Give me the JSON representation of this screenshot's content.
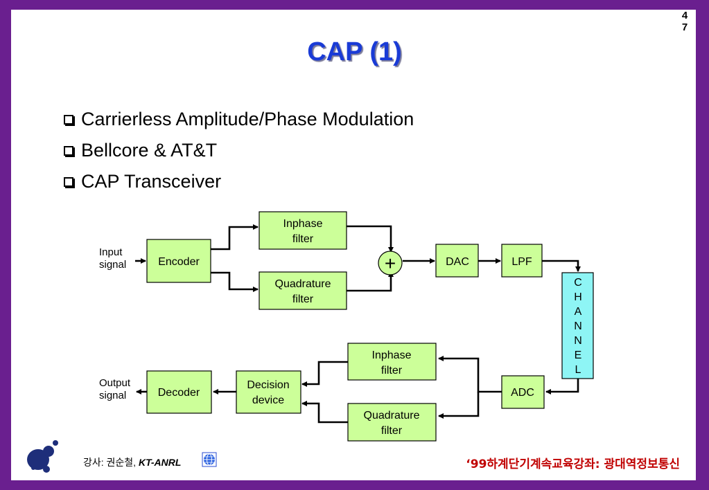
{
  "page_number_lines": [
    "4",
    "7"
  ],
  "title": "CAP (1)",
  "bullets": [
    "Carrierless Amplitude/Phase Modulation",
    "Bellcore & AT&T",
    "CAP Transceiver"
  ],
  "diagram": {
    "input_label": [
      "Input",
      "signal"
    ],
    "output_label": [
      "Output",
      "signal"
    ],
    "encoder": "Encoder",
    "tx_inphase": [
      "Inphase",
      "filter"
    ],
    "tx_quadrature": [
      "Quadrature",
      "filter"
    ],
    "adder": "+",
    "dac": "DAC",
    "lpf": "LPF",
    "channel_letters": [
      "C",
      "H",
      "A",
      "N",
      "N",
      "E",
      "L"
    ],
    "adc": "ADC",
    "rx_inphase": [
      "Inphase",
      "filter"
    ],
    "rx_quadrature": [
      "Quadrature",
      "filter"
    ],
    "decision": [
      "Decision",
      "device"
    ],
    "decoder": "Decoder"
  },
  "footer": {
    "lecturer": "강사: 권순철, ",
    "org": "KT-ANRL",
    "course": "‘99하계단기계속교육강좌: 광대역정보통신"
  },
  "colors": {
    "frame": "#6a1f8f",
    "title": "#1a3bd6",
    "block_fill": "#ccff99",
    "channel_fill": "#8ef5f5",
    "footer_course": "#c00000",
    "logo": "#1e2e7a"
  }
}
